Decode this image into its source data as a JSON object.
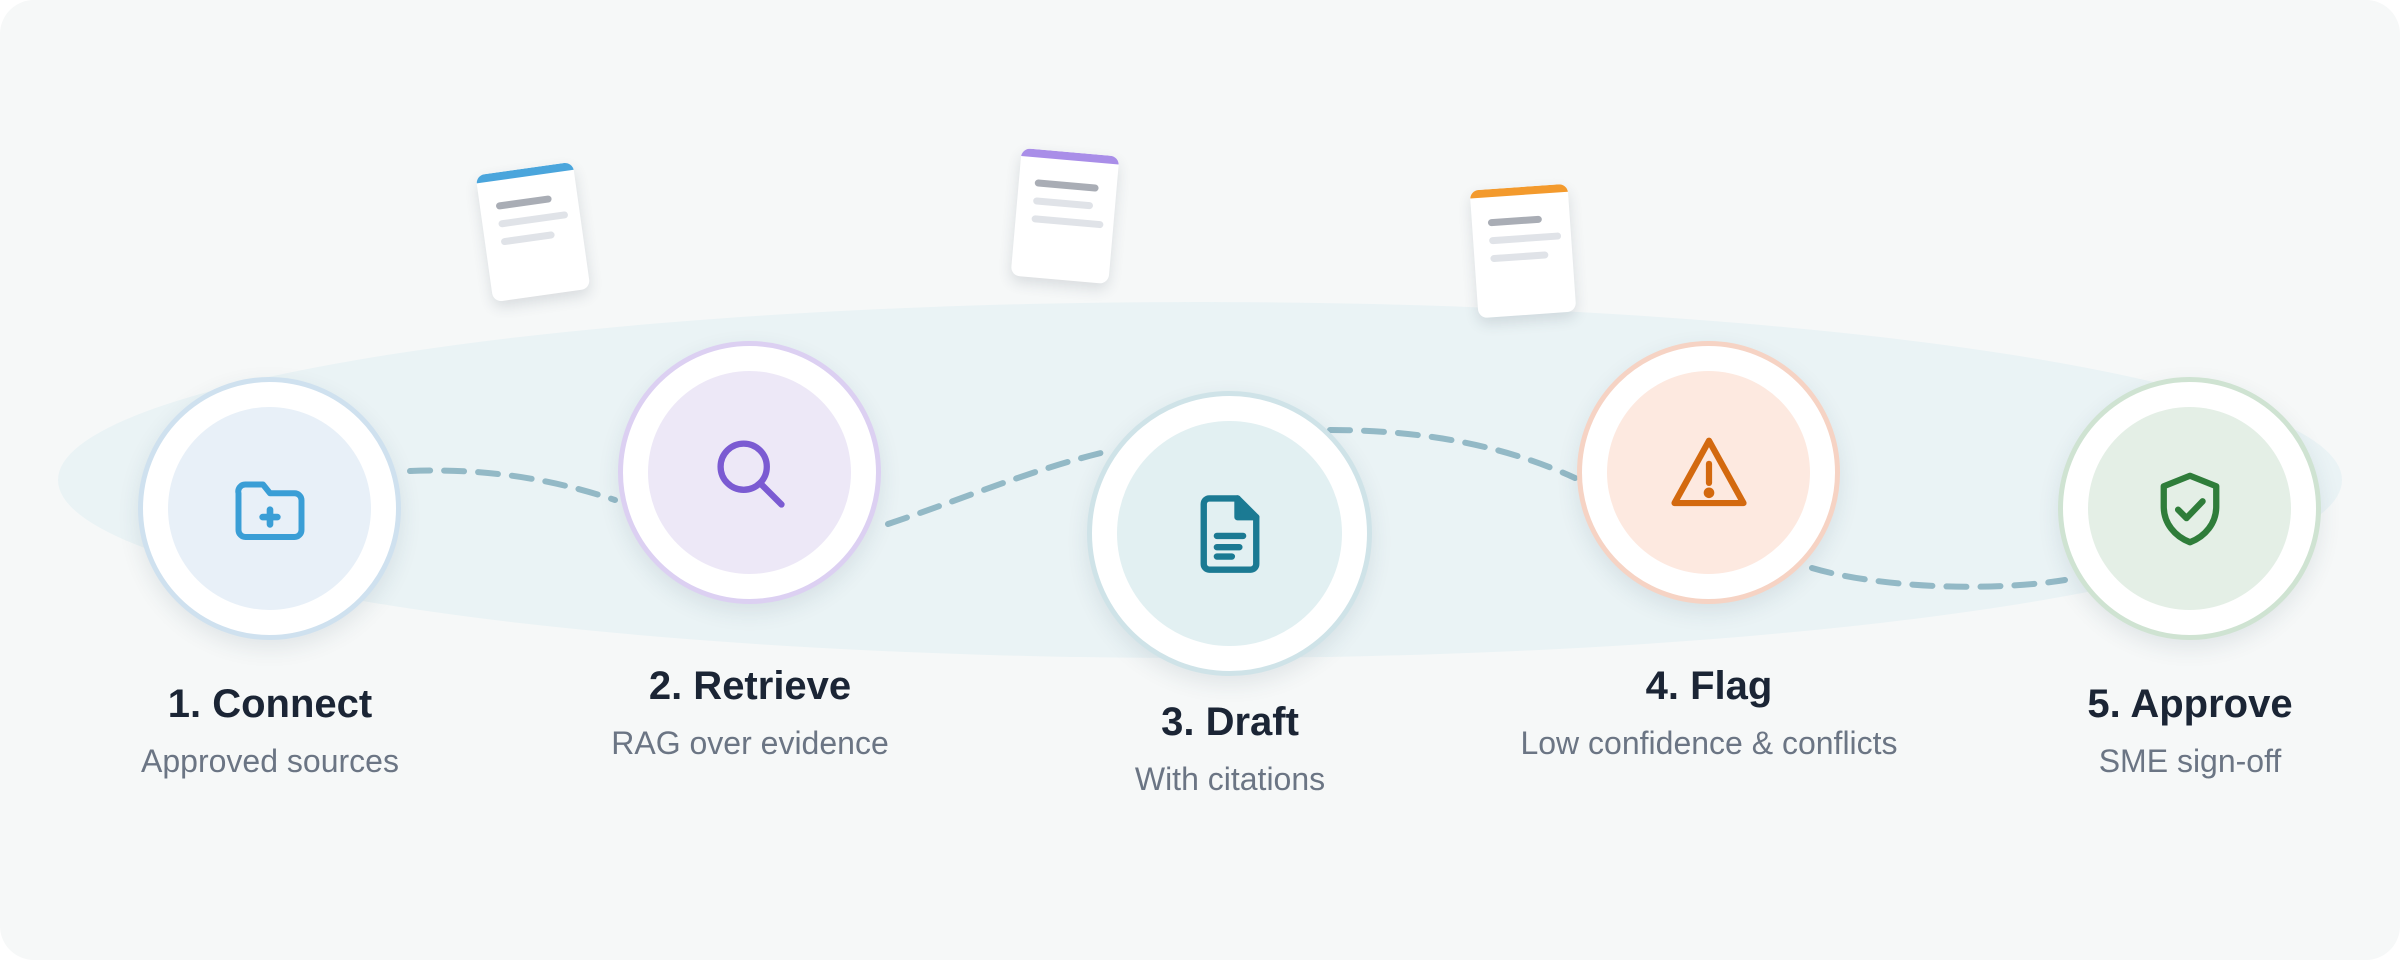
{
  "steps": [
    {
      "title": "1. Connect",
      "subtitle": "Approved sources",
      "icon": "folder-plus-icon",
      "color": "#3a9ed6",
      "fill": "#e8f0f8",
      "ring": "#cfe1ef"
    },
    {
      "title": "2. Retrieve",
      "subtitle": "RAG over evidence",
      "icon": "magnifier-icon",
      "color": "#7b5bd2",
      "fill": "#ede8f7",
      "ring": "#dcd0f2"
    },
    {
      "title": "3. Draft",
      "subtitle": "With citations",
      "icon": "document-icon",
      "color": "#1b7a93",
      "fill": "#e2f0f2",
      "ring": "#cfe3e8"
    },
    {
      "title": "4. Flag",
      "subtitle": "Low confidence & conflicts",
      "icon": "warning-triangle-icon",
      "color": "#d3690f",
      "fill": "#fde9e0",
      "ring": "#f6d3c4"
    },
    {
      "title": "5. Approve",
      "subtitle": "SME sign-off",
      "icon": "shield-check-icon",
      "color": "#2f7d3a",
      "fill": "#e4efe6",
      "ring": "#cfe3d2"
    }
  ],
  "doc_cards": [
    {
      "icon": "document-card-icon",
      "accent": "#4aa5dc"
    },
    {
      "icon": "document-card-icon",
      "accent": "#a98ee8"
    },
    {
      "icon": "document-card-icon",
      "accent": "#f39a2d"
    }
  ],
  "colors": {
    "background": "#f6f8f8",
    "ellipse": "#eaf3f5",
    "connector": "#93b9c6",
    "title_text": "#1b2535",
    "subtitle_text": "#6b7584"
  }
}
